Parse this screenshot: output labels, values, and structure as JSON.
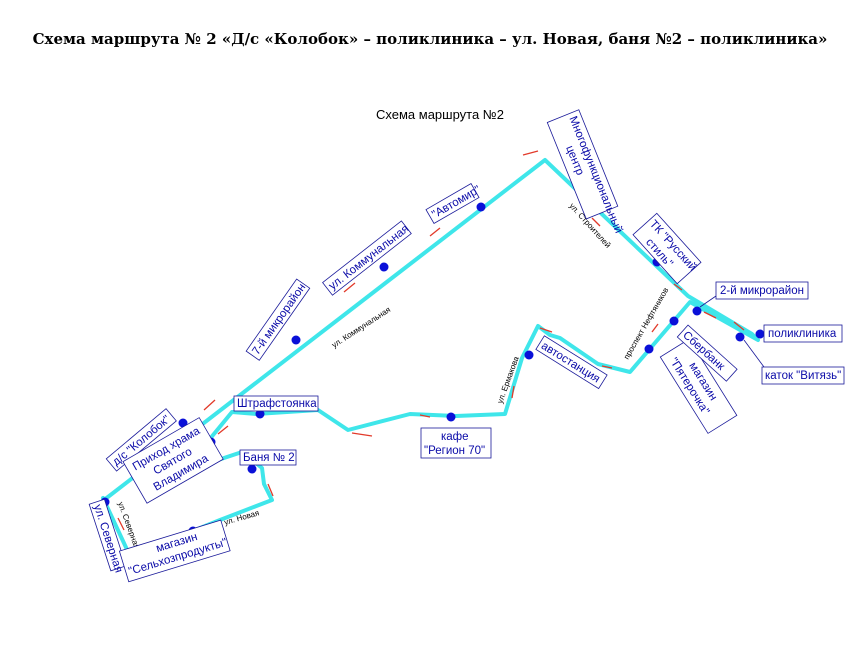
{
  "document_title": "Схема маршрута № 2 «Д/с «Колобок» – поликлиника – ул. Новая, баня №2 – поликлиника»",
  "map_title": "Схема маршрута №2",
  "colors": {
    "route": "#3fe6ea",
    "stop": "#0a10d8",
    "direction_arrow": "#e23a2a",
    "label_text": "#0a0aa8",
    "label_border": "#1a1a9a"
  },
  "stops": {
    "mfc_l1": "Многофункциональный",
    "mfc_l2": "центр",
    "avtomir": "\"Автомир\"",
    "kommunalnaya": "ул. Коммунальная",
    "microdistrict7": "7-й микрорайон",
    "kolobok": "д/с \"Колобок\"",
    "russkiy_l1": "ТК \"Русский",
    "russkiy_l2": "стиль\"",
    "microdistrict2": "2-й микрорайон",
    "polyclinic": "поликлиника",
    "vityaz": "каток \"Витязь\"",
    "sberbank": "Сбербанк",
    "pyaterochka_l1": "магазин",
    "pyaterochka_l2": "\"Пятерочка\"",
    "bus_station": "автостанция",
    "cafe_l1": "кафе",
    "cafe_l2": "\"Регион 70\"",
    "penalty_parking": "Штрафстоянка",
    "church_l1": "Приход храма",
    "church_l2": "Святого",
    "church_l3": "Владимира",
    "bath2": "Баня № 2",
    "selkhoz_l1": "магазин",
    "selkhoz_l2": "\"Сельхозпродукты\"",
    "severnaya": "ул. Северная"
  },
  "streets": {
    "stroiteley": "ул. Строителей",
    "kommunalnaya": "ул. Коммунальная",
    "neftyanikov": "проспект Нефтяников",
    "ermakova": "ул. Ермакова",
    "novaya": "ул. Новая",
    "severnaya": "ул. Северная"
  }
}
